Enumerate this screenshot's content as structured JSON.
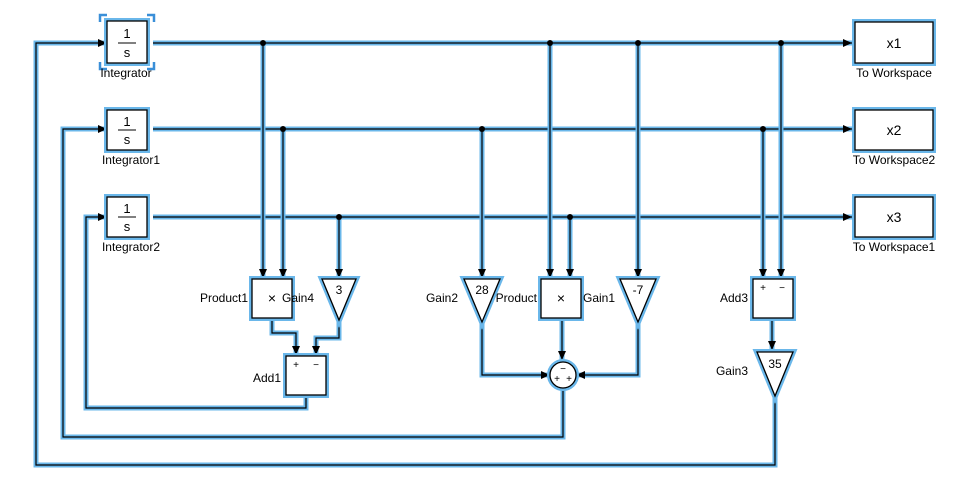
{
  "diagram": {
    "integrators": [
      {
        "name": "Integrator",
        "numerator": "1",
        "denominator": "s"
      },
      {
        "name": "Integrator1",
        "numerator": "1",
        "denominator": "s"
      },
      {
        "name": "Integrator2",
        "numerator": "1",
        "denominator": "s"
      }
    ],
    "workspaces": [
      {
        "name": "To Workspace",
        "var": "x1"
      },
      {
        "name": "To Workspace2",
        "var": "x2"
      },
      {
        "name": "To Workspace1",
        "var": "x3"
      }
    ],
    "gains": {
      "gain4": {
        "name": "Gain4",
        "value": "3"
      },
      "gain2": {
        "name": "Gain2",
        "value": "28"
      },
      "gain1": {
        "name": "Gain1",
        "value": "-7"
      },
      "gain3": {
        "name": "Gain3",
        "value": "35"
      }
    },
    "products": {
      "product1": {
        "name": "Product1",
        "symbol": "×"
      },
      "product": {
        "name": "Product",
        "symbol": "×"
      }
    },
    "adders": {
      "add1": {
        "name": "Add1",
        "plus": "+",
        "minus": "−"
      },
      "add3": {
        "name": "Add3",
        "plus": "+",
        "minus": "−"
      }
    },
    "sum": {
      "top": "−",
      "left": "+",
      "right": "+"
    }
  }
}
